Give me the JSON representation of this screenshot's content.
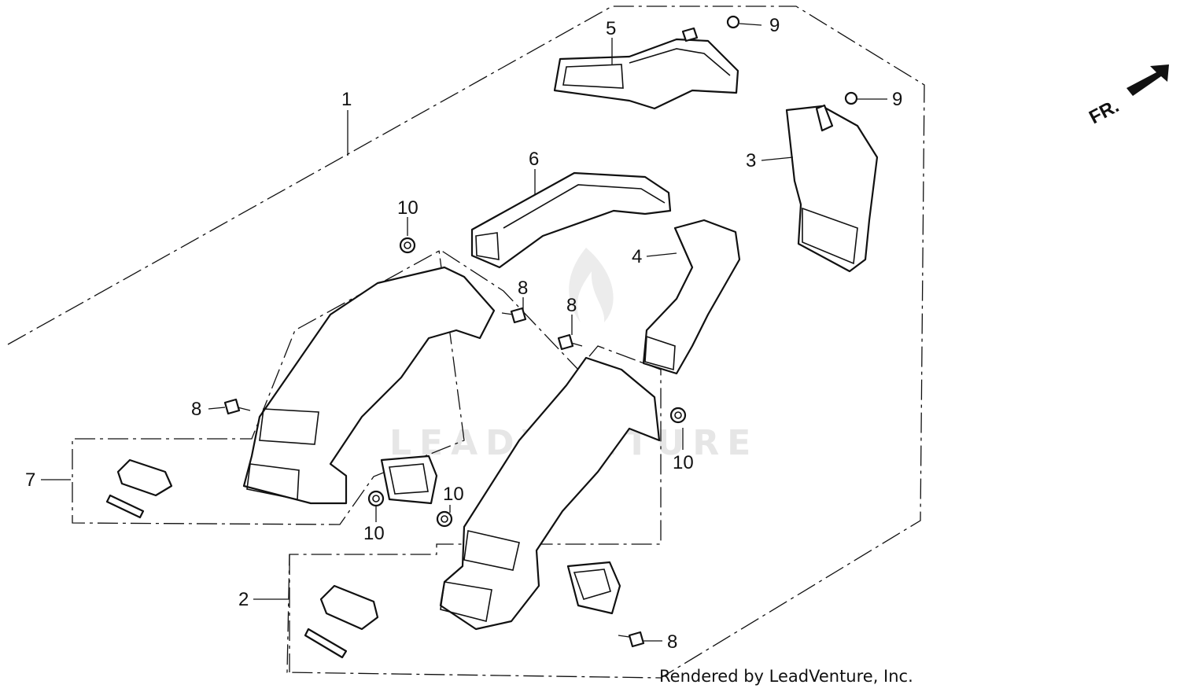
{
  "callouts": {
    "c1": "1",
    "c2": "2",
    "c3": "3",
    "c4": "4",
    "c5": "5",
    "c6": "6",
    "c7": "7",
    "c8a": "8",
    "c8b": "8",
    "c8c": "8",
    "c8d": "8",
    "c9a": "9",
    "c9b": "9",
    "c10a": "10",
    "c10b": "10",
    "c10c": "10",
    "c10d": "10"
  },
  "direction_marker": "FR.",
  "watermark": "LEADVENTURE",
  "credit": "Rendered by LeadVenture, Inc."
}
